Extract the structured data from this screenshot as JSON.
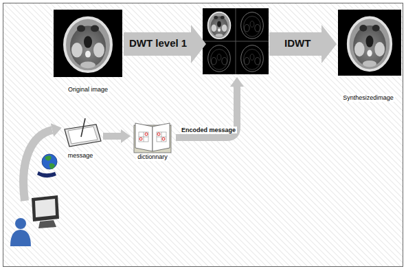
{
  "diagram": {
    "nodes": [
      {
        "text": [
          "Original image"
        ]
      },
      {
        "text": [
          "Synthesizedimage"
        ]
      },
      {
        "text": [
          "message"
        ]
      },
      {
        "text": [
          "dictionnary"
        ]
      }
    ],
    "edges": [
      {
        "from": 2,
        "to": 3,
        "arrow": "to"
      }
    ],
    "labels": [
      "DWT level 1",
      "IDWT",
      "Encoded message"
    ]
  }
}
